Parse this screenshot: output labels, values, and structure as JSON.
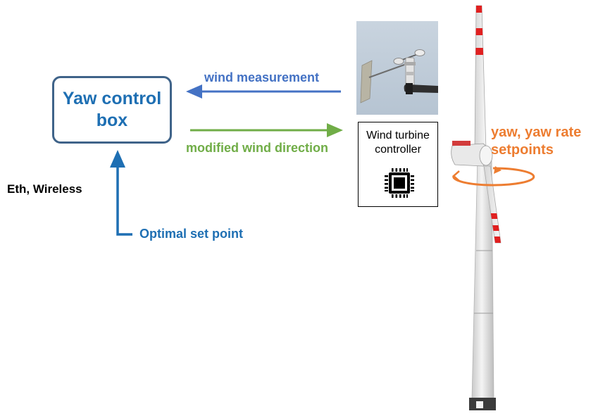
{
  "yaw_control_box": {
    "label": "Yaw control\nbox"
  },
  "arrows": {
    "wind_measurement": "wind measurement",
    "modified_wind_direction": "modified wind direction",
    "optimal_set_point": "Optimal set point"
  },
  "link_label": "Eth,  Wireless",
  "controller": {
    "label": "Wind turbine\ncontroller",
    "icon": "microchip-icon"
  },
  "turbine": {
    "setpoints_label": "yaw, yaw rate\nsetpoints",
    "photo": "wind-turbine"
  },
  "anemometer": {
    "photo": "anemometer-with-wind-vane"
  },
  "colors": {
    "box_border": "#3f6389",
    "box_text": "#1e6fb3",
    "wind_measurement": "#4472c4",
    "modified_wind_direction": "#70ad47",
    "optimal_set_point": "#1e6fb3",
    "setpoints": "#ed7d31",
    "blade_stripe": "#e02020"
  }
}
